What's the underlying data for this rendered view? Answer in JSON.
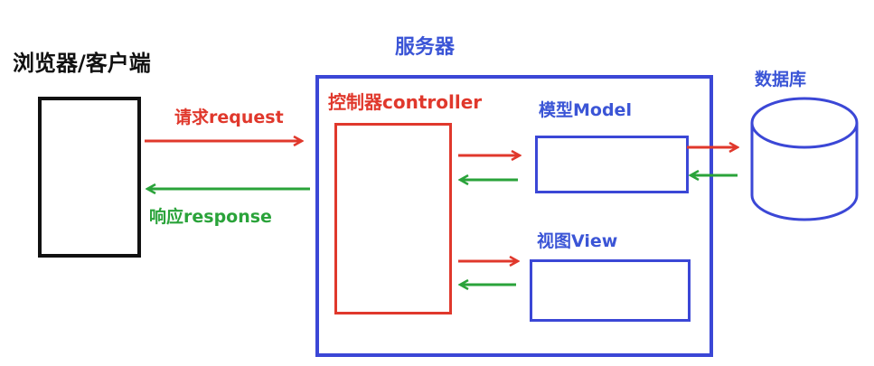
{
  "client": {
    "label": "浏览器/客户端"
  },
  "server": {
    "label": "服务器"
  },
  "database": {
    "label": "数据库"
  },
  "controller": {
    "label": "控制器controller"
  },
  "model": {
    "label": "模型Model"
  },
  "view": {
    "label": "视图View"
  },
  "request": {
    "label": "请求request"
  },
  "response": {
    "label": "响应response"
  },
  "colors": {
    "client": "#111111",
    "server": "#3b47d6",
    "controller": "#e0382c",
    "request_arrow": "#e0382c",
    "response_arrow": "#2aa33a"
  }
}
